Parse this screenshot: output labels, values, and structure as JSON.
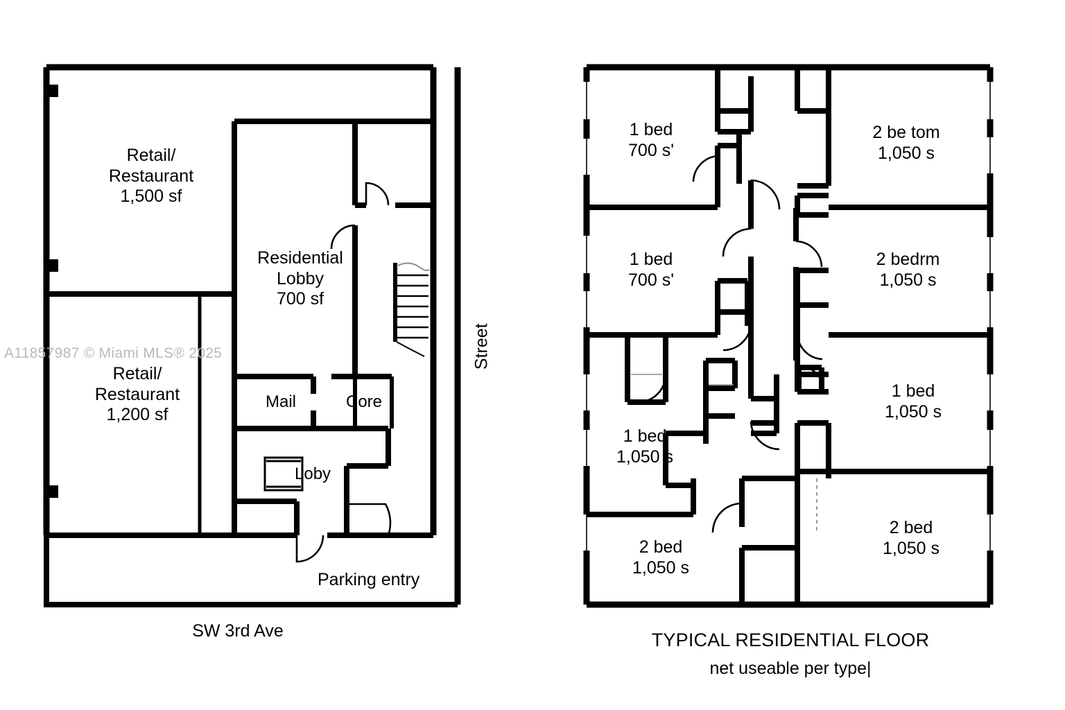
{
  "sheet": {
    "background": "#ffffff",
    "ink": "#000000",
    "watermark_color": "#b9b9b9"
  },
  "watermark": {
    "text": "A11857987 © Miami MLS® 2025"
  },
  "ground_floor": {
    "caption": "SW 3rd Ave",
    "street_label": "Street",
    "parking_label": "Parking entry",
    "rooms": [
      {
        "name": "retail-restaurant-upper",
        "line1": "Retail/",
        "line2": "Restaurant",
        "line3": "1,500 sf"
      },
      {
        "name": "retail-restaurant-lower",
        "line1": "Retail/",
        "line2": "Restaurant",
        "line3": "1,200 sf"
      },
      {
        "name": "residential-lobby",
        "line1": "Residential",
        "line2": "Lobby",
        "line3": "700 sf"
      },
      {
        "name": "mail-room",
        "line1": "Mail",
        "line2": "",
        "line3": ""
      },
      {
        "name": "core-room",
        "line1": "Core",
        "line2": "",
        "line3": ""
      },
      {
        "name": "loby-elevator",
        "line1": "Loby",
        "line2": "",
        "line3": ""
      }
    ]
  },
  "residential_floor": {
    "caption_line1": "TYPICAL RESIDENTIAL FLOOR",
    "caption_line2": "net useable per type|",
    "units": [
      {
        "name": "unit-1bed-700-upper",
        "type": "1 bed",
        "area": "700 s'"
      },
      {
        "name": "unit-2bedroom-1050-upper",
        "type": "2 be tom",
        "area": "1,050 s"
      },
      {
        "name": "unit-1bed-700-lower",
        "type": "1 bed",
        "area": "700 s'"
      },
      {
        "name": "unit-2bedrm-1050",
        "type": "2 bedrm",
        "area": "1,050 s"
      },
      {
        "name": "unit-1bed-1050-left",
        "type": "1 bed",
        "area": "1,050 s"
      },
      {
        "name": "unit-1bed-1050-right",
        "type": "1 bed",
        "area": "1,050 s"
      },
      {
        "name": "unit-2bed-1050-left",
        "type": "2 bed",
        "area": "1,050 s"
      },
      {
        "name": "unit-2bed-1050-right",
        "type": "2 bed",
        "area": "1,050 s"
      }
    ]
  }
}
